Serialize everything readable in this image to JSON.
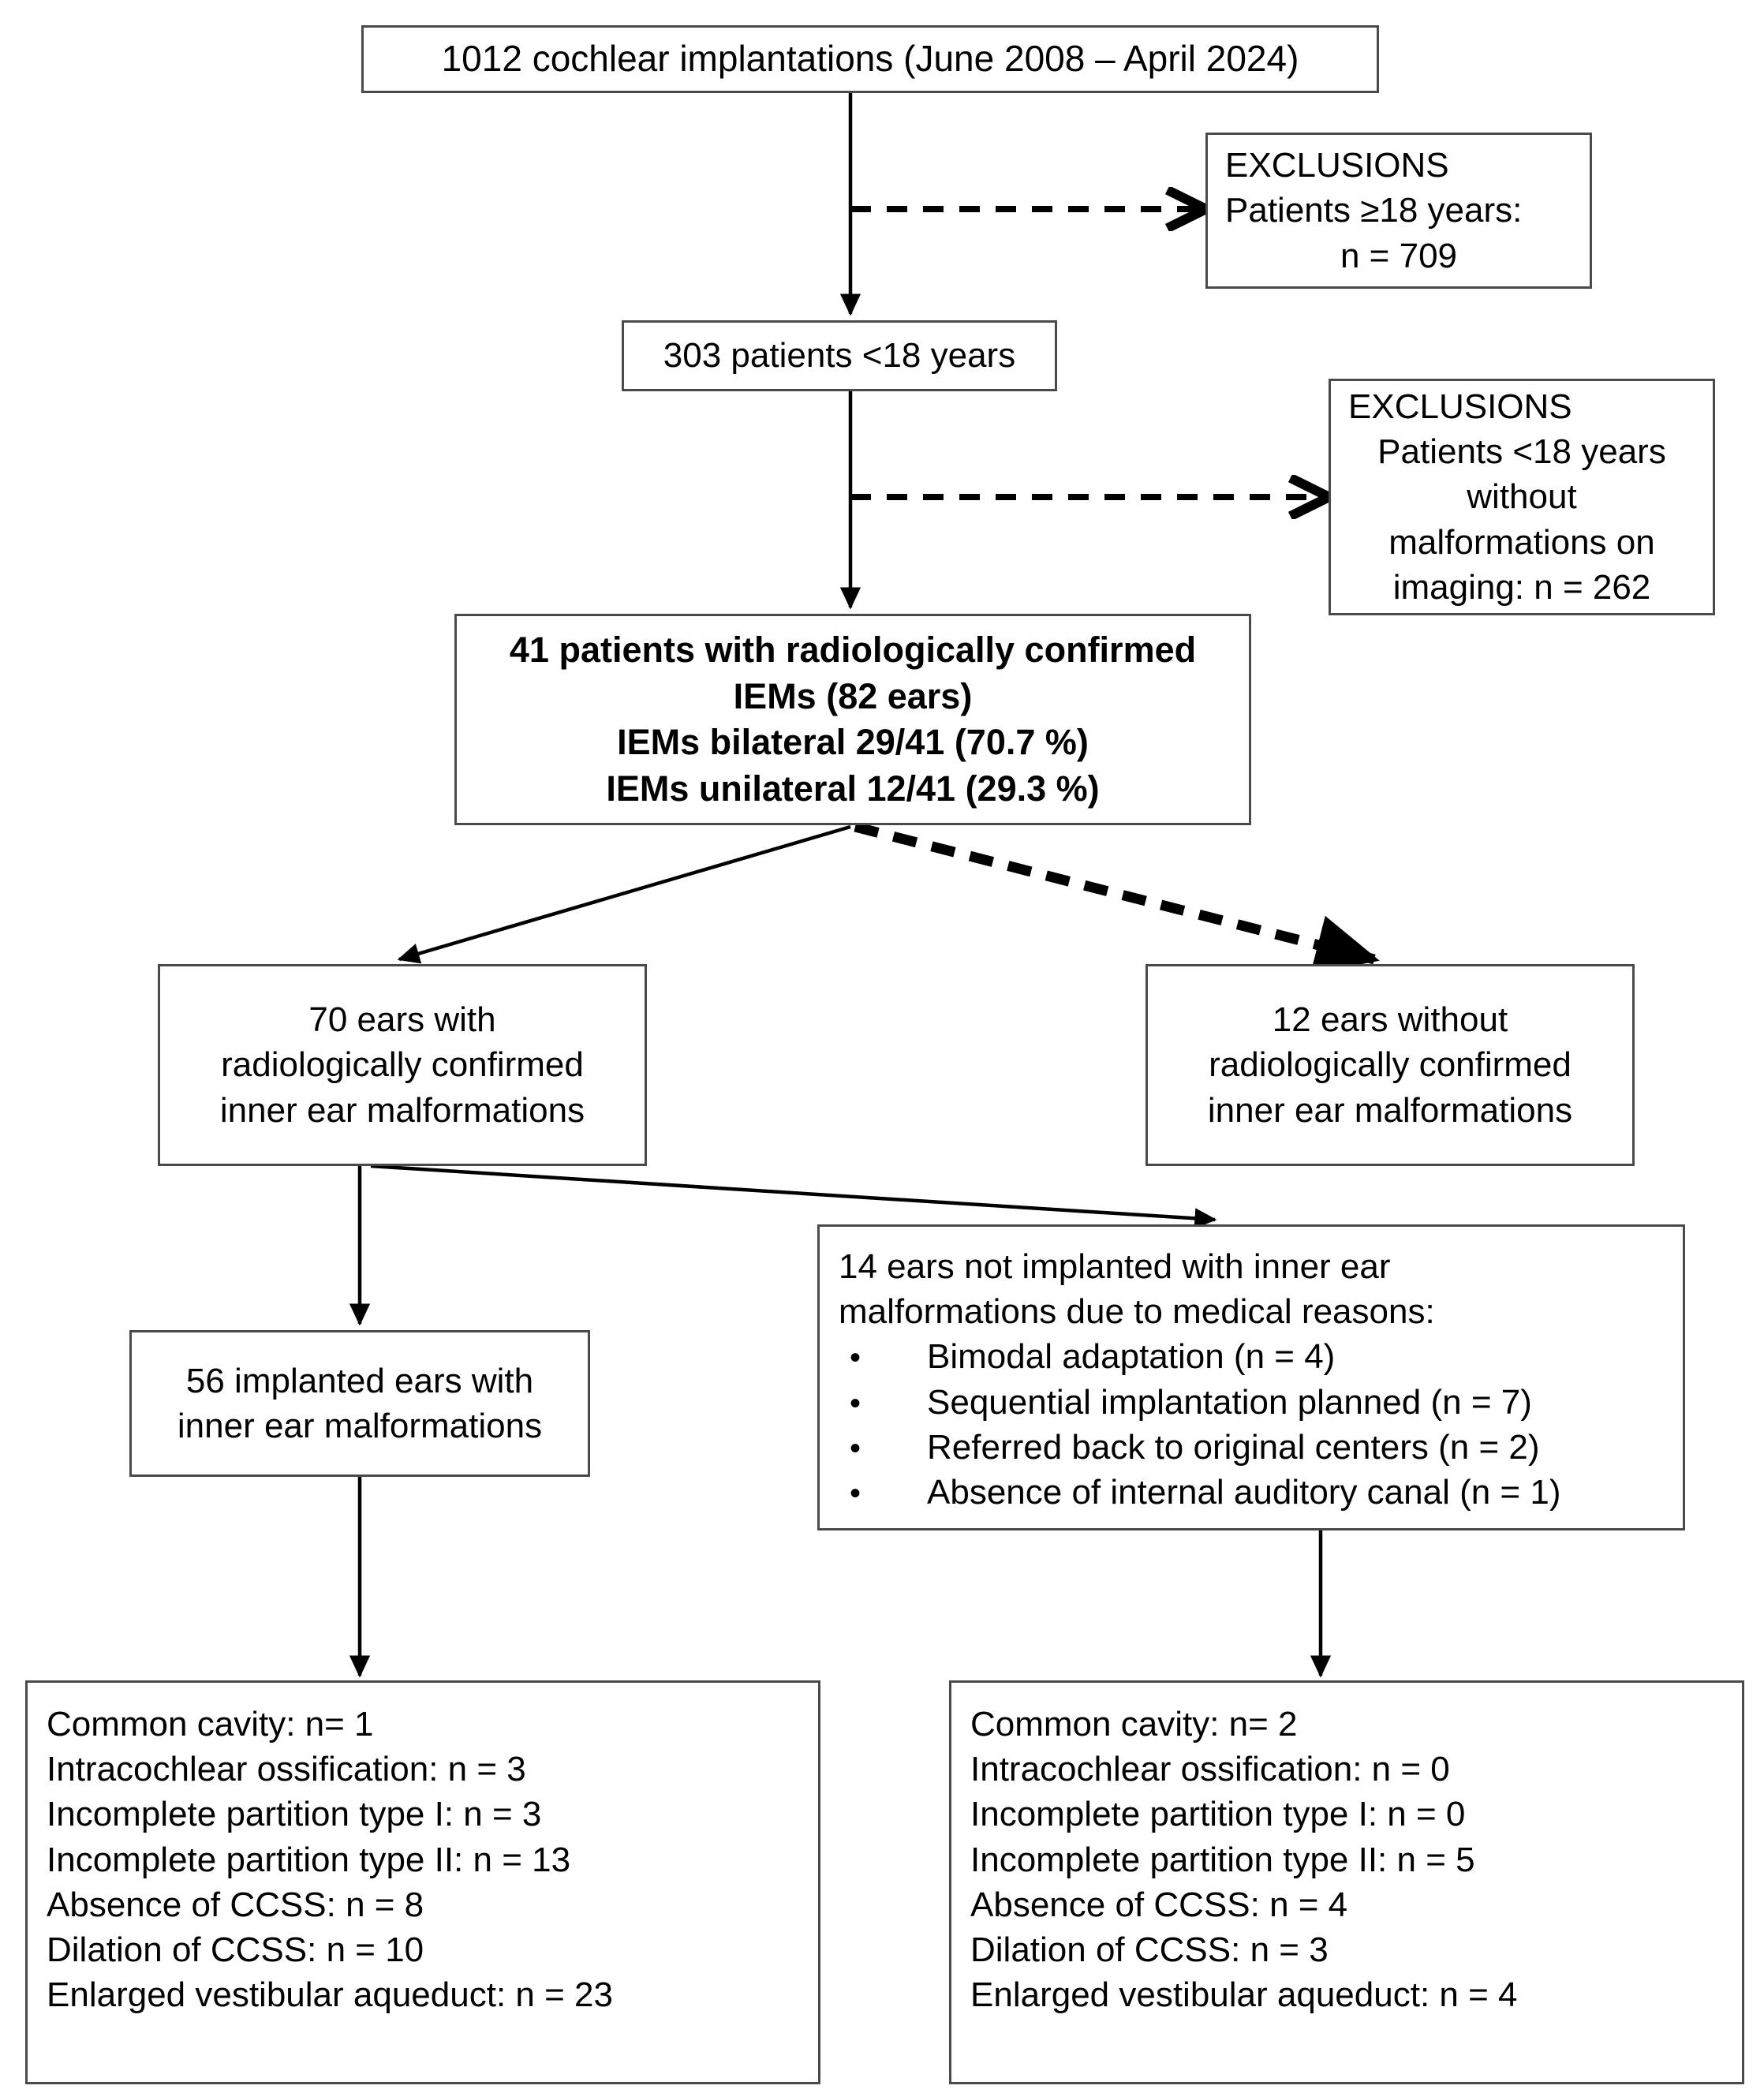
{
  "diagram": {
    "title": "Patient selection flowchart for cochlear implantation with inner ear malformations",
    "colors": {
      "box_border": "#4a4a4a",
      "connector": "#000000",
      "background": "#ffffff"
    }
  },
  "boxes": {
    "total_implantations": {
      "lines": [
        "1012 cochlear implantations (June 2008 – April 2024)"
      ]
    },
    "exclusions_adults": {
      "lines": [
        "EXCLUSIONS",
        "Patients ≥18 years:",
        "n = 709"
      ]
    },
    "patients_under_18": {
      "lines": [
        "303 patients <18 years"
      ]
    },
    "exclusions_no_malformation": {
      "lines": [
        "EXCLUSIONS",
        "Patients <18 years",
        "without",
        "malformations on",
        "imaging: n = 262"
      ]
    },
    "confirmed_iems": {
      "lines": [
        "41 patients with radiologically confirmed",
        "IEMs (82 ears)",
        "IEMs bilateral 29/41 (70.7 %)",
        "IEMs unilateral 12/41 (29.3 %)"
      ]
    },
    "ears_with_iem": {
      "lines": [
        "70 ears with",
        "radiologically confirmed",
        "inner ear malformations"
      ]
    },
    "ears_without_iem": {
      "lines": [
        "12 ears without",
        "radiologically confirmed",
        "inner ear malformations"
      ]
    },
    "not_implanted": {
      "heading": [
        "14 ears not implanted with inner ear",
        "malformations due to medical reasons:"
      ],
      "bullet_glyph": "•",
      "bullets": [
        "Bimodal adaptation (n = 4)",
        "Sequential implantation planned (n = 7)",
        "Referred back to original centers (n = 2)",
        "Absence of internal auditory canal (n = 1)"
      ]
    },
    "implanted_ears": {
      "lines": [
        "56 implanted ears with",
        "inner ear malformations"
      ]
    },
    "detail_implanted": {
      "lines": [
        "Common cavity: n= 1",
        "Intracochlear ossification: n = 3",
        "Incomplete partition type I: n = 3",
        "Incomplete partition type II: n = 13",
        "Absence of CCSS: n = 8",
        "Dilation of CCSS: n = 10",
        "Enlarged vestibular aqueduct: n = 23"
      ]
    },
    "detail_not_implanted": {
      "lines": [
        "Common cavity: n= 2",
        "Intracochlear ossification: n = 0",
        "Incomplete partition type I: n = 0",
        "Incomplete partition type II: n = 5",
        "Absence of CCSS: n = 4",
        "Dilation of CCSS: n = 3",
        "Enlarged vestibular aqueduct: n = 4"
      ]
    }
  }
}
